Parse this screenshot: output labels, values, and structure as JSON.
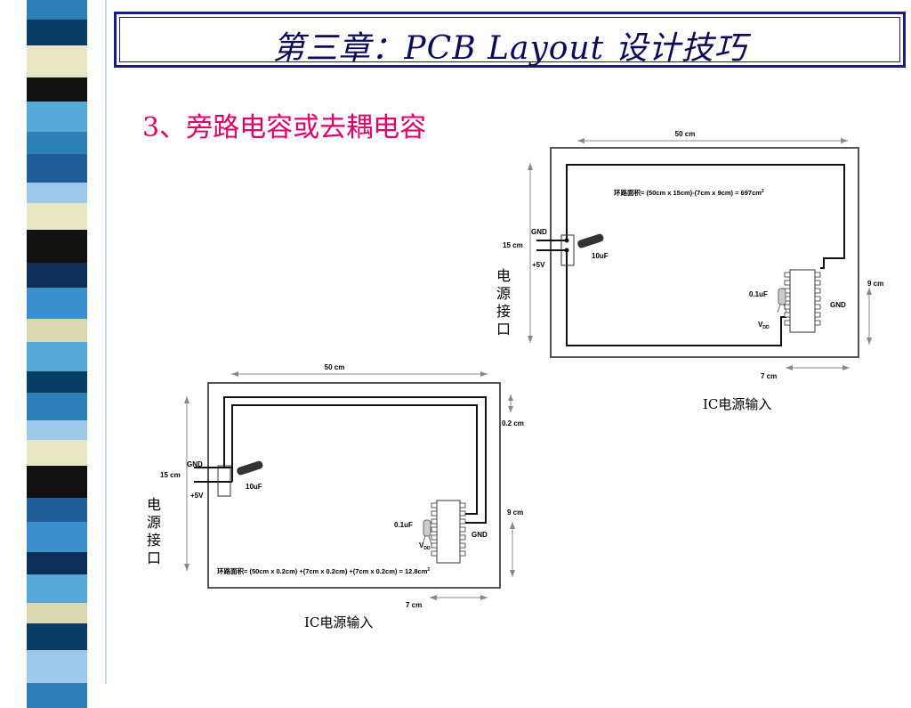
{
  "title": "第三章：PCB Layout 设计技巧",
  "subtitle": "3、旁路电容或去耦电容",
  "colors": {
    "title_border": "#1a1a8c",
    "title_text": "#0b0b5a",
    "subtitle": "#e0006a"
  },
  "diagram_top": {
    "width_label": "50 cm",
    "height_label": "15 cm",
    "area_formula": "环路面积= (50cm x 15cm)-(7cm x 9cm) = 697cm",
    "area_exp": "2",
    "gnd_left": "GND",
    "plus5v": "+5V",
    "cap_bulk": "10uF",
    "cap_bypass": "0.1uF",
    "ic_gnd": "GND",
    "vdd_main": "V",
    "vdd_sub": "DD",
    "ic_height": "9 cm",
    "ic_width": "7 cm",
    "power_label": "电源接口",
    "ic_caption": "IC电源输入"
  },
  "diagram_bottom": {
    "width_label": "50 cm",
    "height_label": "15 cm",
    "gap_label": "0.2 cm",
    "area_formula": "环路面积= (50cm x 0.2cm) +(7cm x 0.2cm) +(7cm x 0.2cm) = 12.8cm",
    "area_exp": "2",
    "gnd_left": "GND",
    "plus5v": "+5V",
    "cap_bulk": "10uF",
    "cap_bypass": "0.1uF",
    "ic_gnd": "GND",
    "vdd_main": "V",
    "vdd_sub": "DD",
    "ic_height": "9 cm",
    "ic_width": "7 cm",
    "power_label": "电源接口",
    "ic_caption": "IC电源输入"
  }
}
